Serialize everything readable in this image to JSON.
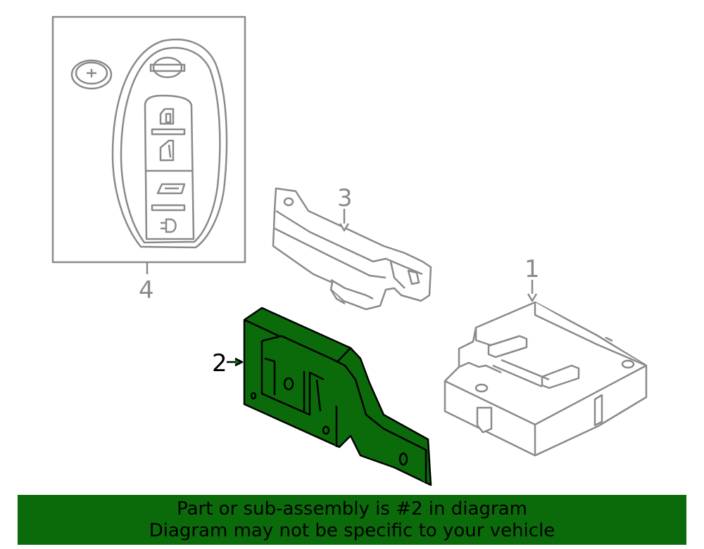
{
  "callouts": {
    "part1": "1",
    "part2": "2",
    "part3": "3",
    "part4": "4"
  },
  "banner": {
    "line1": "Part or sub-assembly is #2 in diagram",
    "line2": "Diagram may not be specific to your vehicle"
  },
  "colors": {
    "highlight": "#0b6b0b",
    "line": "#8a8a8a",
    "background": "#ffffff"
  },
  "icons": [
    "key-fob-icon",
    "lock-icon",
    "unlock-icon",
    "trunk-icon",
    "panic-icon",
    "battery-icon"
  ]
}
